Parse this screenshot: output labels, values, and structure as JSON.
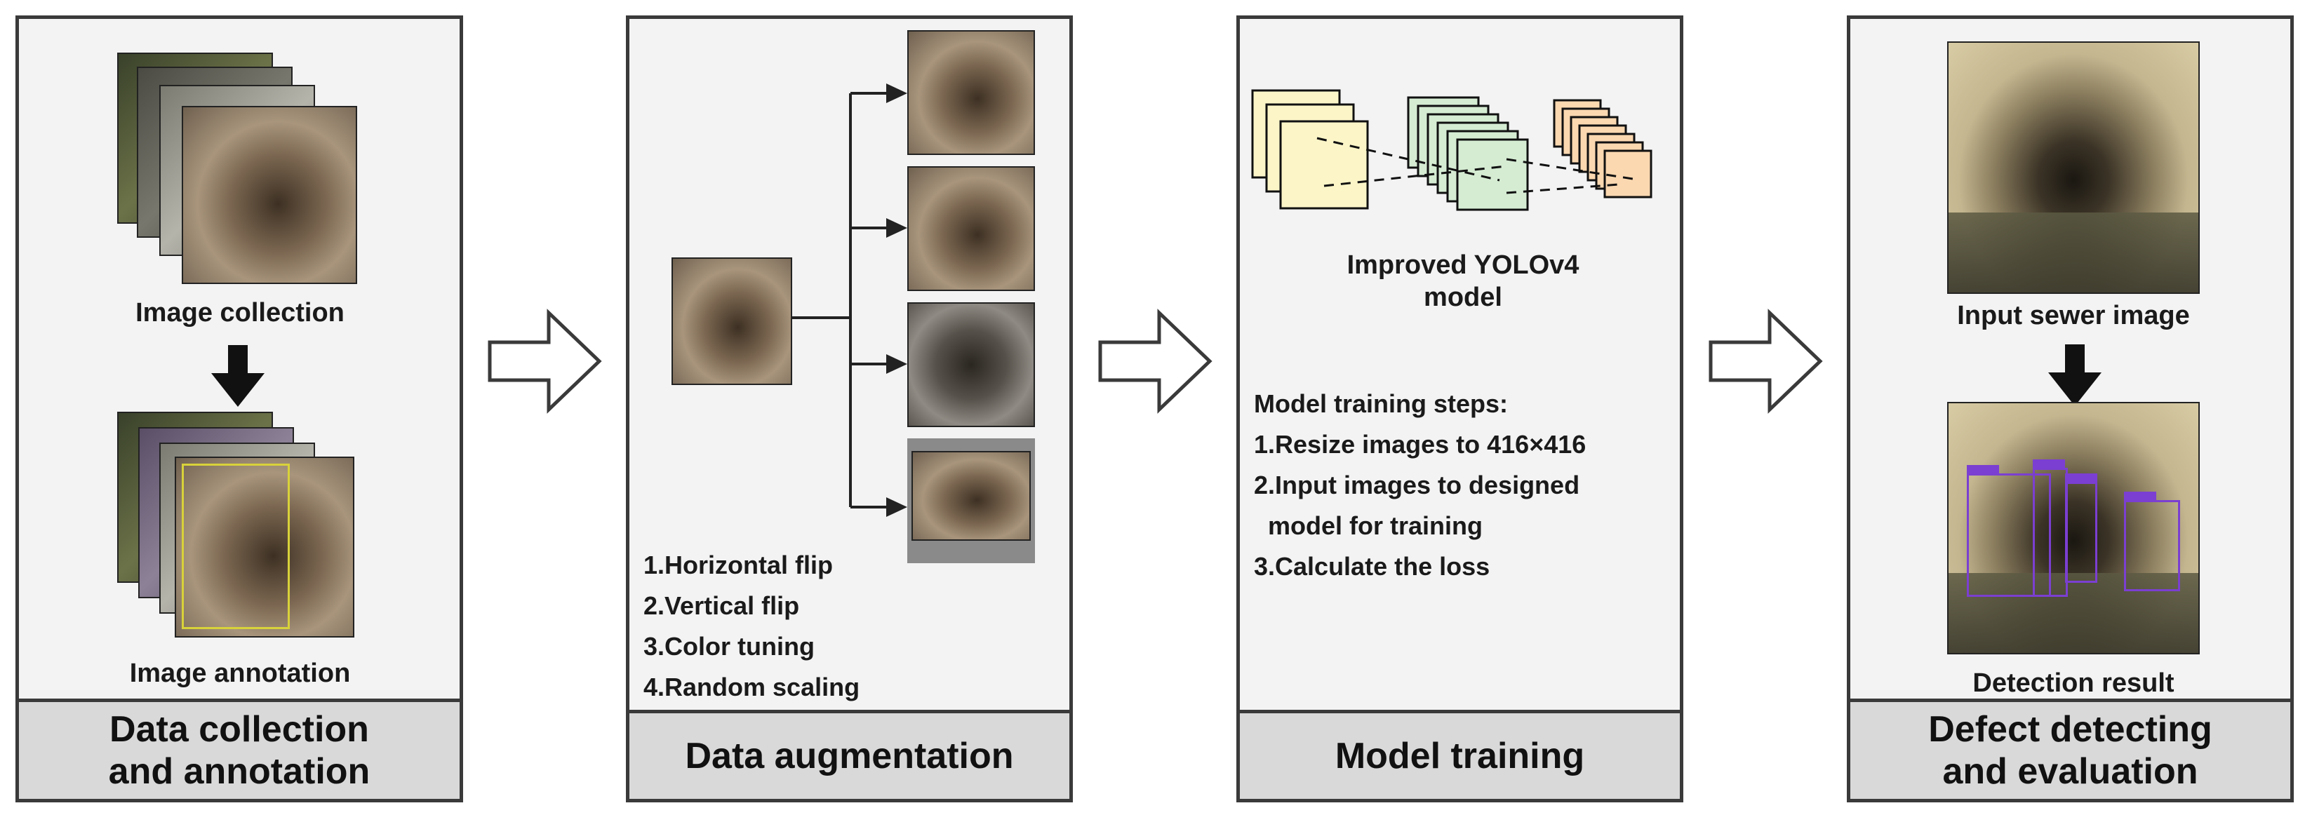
{
  "panels": [
    {
      "footer": "Data collection\nand annotation",
      "top_label": "Image collection",
      "bottom_label": "Image annotation"
    },
    {
      "footer": "Data augmentation",
      "steps": [
        "1.Horizontal flip",
        "2.Vertical flip",
        "3.Color tuning",
        "4.Random scaling"
      ]
    },
    {
      "footer": "Model training",
      "model_label_line1": "Improved YOLOv4",
      "model_label_line2": "model",
      "steps_title": "Model training steps:",
      "steps": [
        "1.Resize images to 416×416",
        "2.Input images to designed",
        "  model for training",
        "3.Calculate the loss"
      ]
    },
    {
      "footer": "Defect detecting\nand evaluation",
      "top_label": "Input sewer image",
      "bottom_label": "Detection result"
    }
  ],
  "colors": {
    "layer_yellow": "#fbf5c8",
    "layer_green": "#d5ecd3",
    "layer_orange": "#fbd8b0",
    "detection_box": "#7b3fd1",
    "annotation_box": "#d8d23a"
  }
}
